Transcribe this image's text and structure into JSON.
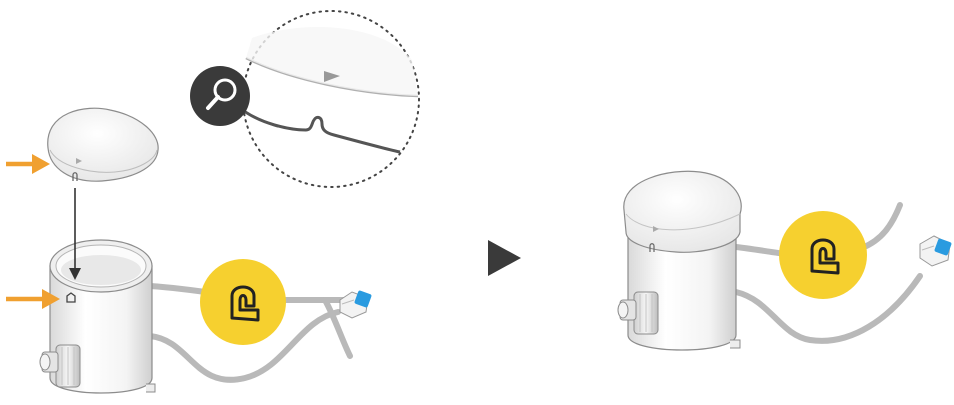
{
  "steps": [
    {
      "name": "step-1-align-cap",
      "callouts": [
        "orange-arrow-cap-notch",
        "orange-arrow-body-mark"
      ],
      "badge_icon": "lock-symbol-icon",
      "magnifier_icon": "magnifier-icon"
    },
    {
      "name": "step-2-assembled",
      "badge_icon": "lock-symbol-icon"
    }
  ],
  "transition_icon": "play-triangle-icon",
  "colors": {
    "accent_orange": "#F0A030",
    "badge_yellow": "#F6D02F",
    "connector_blue": "#2A9BE0",
    "icon_dark": "#3A3A3A",
    "tube_gray": "#B8B8B8"
  }
}
